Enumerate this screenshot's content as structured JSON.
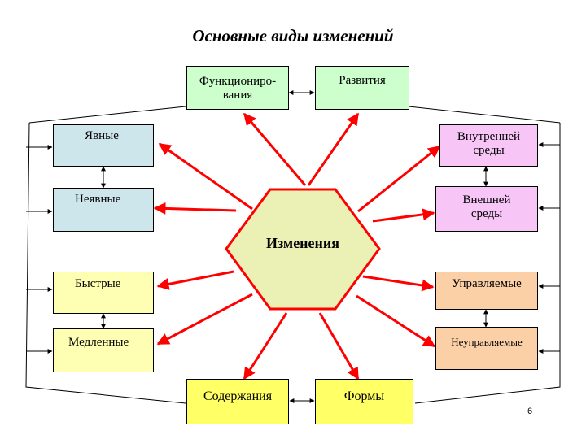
{
  "title": "Основные виды изменений",
  "center": "Изменения",
  "boxes": {
    "functioning": "Функциониро-\nвания",
    "development": "Развития",
    "explicit": "Явные",
    "implicit": "Неявные",
    "internal": "Внутренней\nсреды",
    "external": "Внешней\nсреды",
    "fast": "Быстрые",
    "slow": "Медленные",
    "managed": "Управляемые",
    "unmanaged": "Неуправляемые",
    "content": "Содержания",
    "form": "Формы"
  },
  "colors": {
    "green": "#ccffcc",
    "blue": "#cde6ec",
    "pink": "#f7c6f7",
    "yellow": "#ffffb3",
    "orange": "#fcd0a6",
    "bright_yellow": "#ffff66",
    "hexagon": "#ebf0b5",
    "red": "#ff0000"
  },
  "page_number": "6"
}
